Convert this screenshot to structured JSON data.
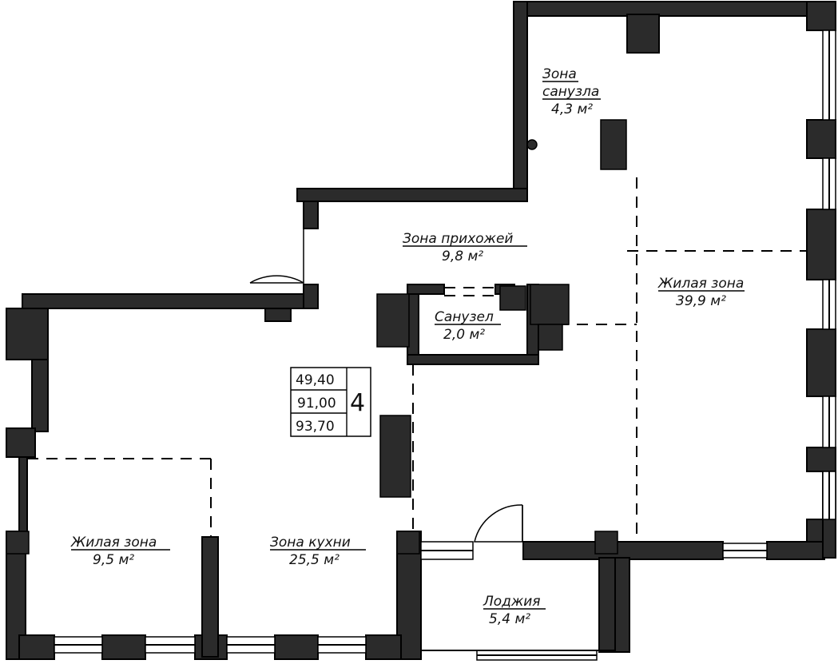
{
  "rooms": {
    "bathroom_zone": {
      "name_line1": "Зона",
      "name_line2": "санузла",
      "area": "4,3 м²"
    },
    "hallway": {
      "name": "Зона прихожей",
      "area": "9,8 м²"
    },
    "wc": {
      "name": "Санузел",
      "area": "2,0 м²"
    },
    "living_right": {
      "name": "Жилая зона",
      "area": "39,9 м²"
    },
    "living_left": {
      "name": "Жилая зона",
      "area": "9,5 м²"
    },
    "kitchen": {
      "name": "Зона кухни",
      "area": "25,5 м²"
    },
    "loggia": {
      "name": "Лоджия",
      "area": "5,4 м²"
    }
  },
  "summary": {
    "living_area": "49,40",
    "total_area": "91,00",
    "total_with_loggia": "93,70",
    "apartment_number": "4"
  }
}
